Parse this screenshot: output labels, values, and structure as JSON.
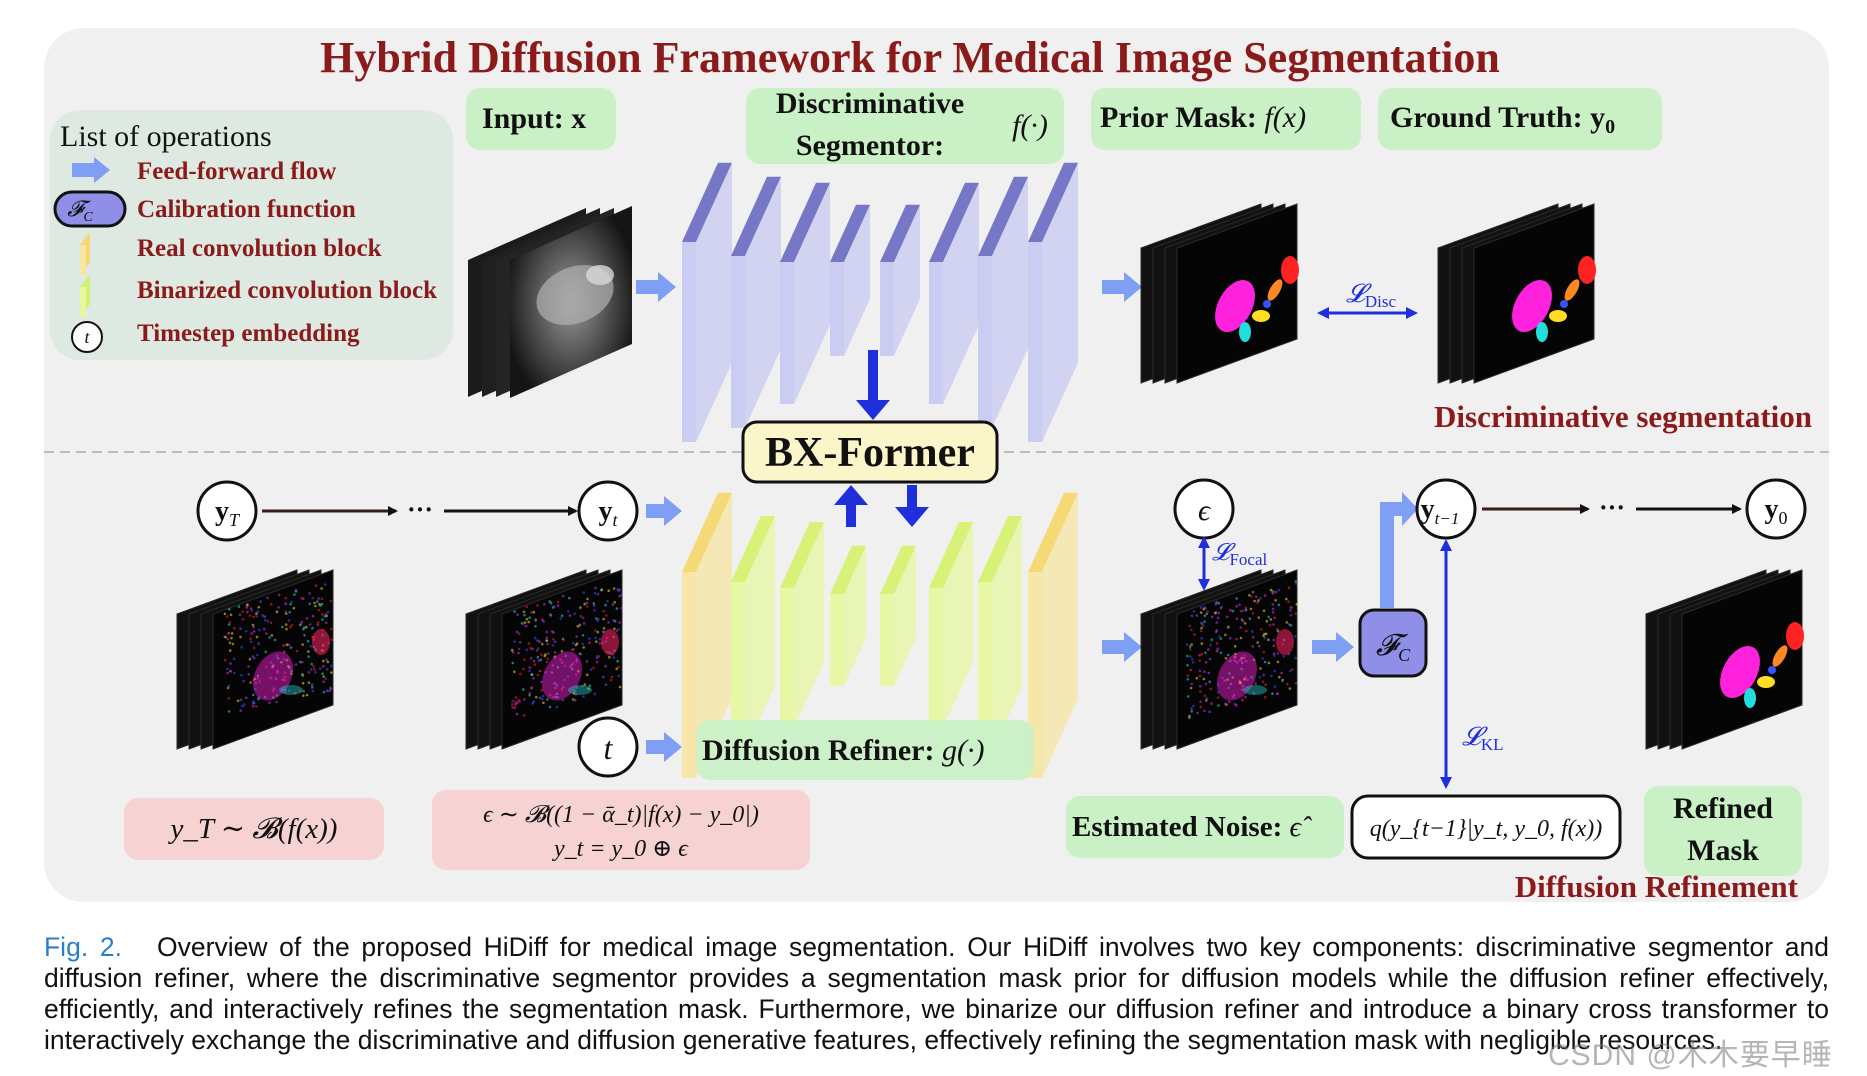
{
  "title": "Hybrid Diffusion Framework for Medical Image Segmentation",
  "legend": {
    "heading": "List of operations",
    "items": [
      {
        "label": "Feed-forward flow"
      },
      {
        "label": "Calibration function",
        "symbol": "𝓕",
        "sub": "C"
      },
      {
        "label": "Real convolution block"
      },
      {
        "label": "Binarized convolution block"
      },
      {
        "label": "Timestep embedding",
        "symbol": "t"
      }
    ]
  },
  "top": {
    "input_label": "Input: ",
    "input_var": "x",
    "segmentor_line1": "Discriminative",
    "segmentor_line2": "Segmentor:",
    "segmentor_fn": "f(·)",
    "prior_label": "Prior Mask: ",
    "prior_fn": "f(x)",
    "gt_label": "Ground Truth: ",
    "gt_var": "y",
    "gt_sub": "0",
    "loss_disc": "𝓛",
    "loss_disc_sub": "Disc",
    "section_label": "Discriminative segmentation"
  },
  "middle": {
    "bx_former": "BX-Former"
  },
  "bottom": {
    "yT": "y",
    "yT_sub": "T",
    "dots1": "···",
    "yt": "y",
    "yt_sub": "t",
    "t_label": "t",
    "refiner_label": "Diffusion Refiner: ",
    "refiner_fn": "g(·)",
    "eps": "ϵ",
    "loss_focal": "𝓛",
    "loss_focal_sub": "Focal",
    "calib": "𝓕",
    "calib_sub": "C",
    "ytm1": "y",
    "ytm1_sub": "t−1",
    "dots2": "···",
    "y0": "y",
    "y0_sub": "0",
    "loss_kl": "𝓛",
    "loss_kl_sub": "KL",
    "eq_yT": "y_T ∼ 𝓑(f(x))",
    "eq_eps_line1": "ϵ ∼ 𝓑((1 − ᾱ_t)|f(x) − y_0|)",
    "eq_eps_line2": "y_t = y_0 ⊕ ϵ",
    "noise_label": "Estimated Noise: ",
    "noise_var": "ϵ̂",
    "posterior": "q(y_{t−1}|y_t, y_0, f(x))",
    "refined_line1": "Refined",
    "refined_line2": "Mask",
    "section_label": "Diffusion Refinement"
  },
  "caption": {
    "fig_label": "Fig. 2.",
    "text": "Overview of the proposed HiDiff for medical image segmentation. Our HiDiff involves two key components: discriminative segmentor and diffusion refiner, where the discriminative segmentor provides a segmentation mask prior for diffusion models while the diffusion refiner effectively, efficiently, and interactively refines the segmentation mask. Furthermore, we binarize our diffusion refiner and introduce a binary cross transformer to interactively exchange the discriminative and diffusion generative features, effectively refining the segmentation mask with negligible resources."
  },
  "watermark": "CSDN @木木要早睡",
  "colors": {
    "title": "#8b1a1a",
    "panel": "#f0f0f0",
    "green_box": "#c9f1c5",
    "pink_box": "#f6d2d2",
    "legend_box": "#dde9e1",
    "blue_block": "#c8c9f2",
    "blue_block_dark": "#6f70c4",
    "yellow_block": "#f6e6a3",
    "lime_block": "#e6f7a0",
    "flow_arrow": "#7f9ff5",
    "loss_arrow": "#1f2fdc",
    "bx_fill": "#fbf6c9",
    "calib_fill": "#8f8fe8"
  }
}
